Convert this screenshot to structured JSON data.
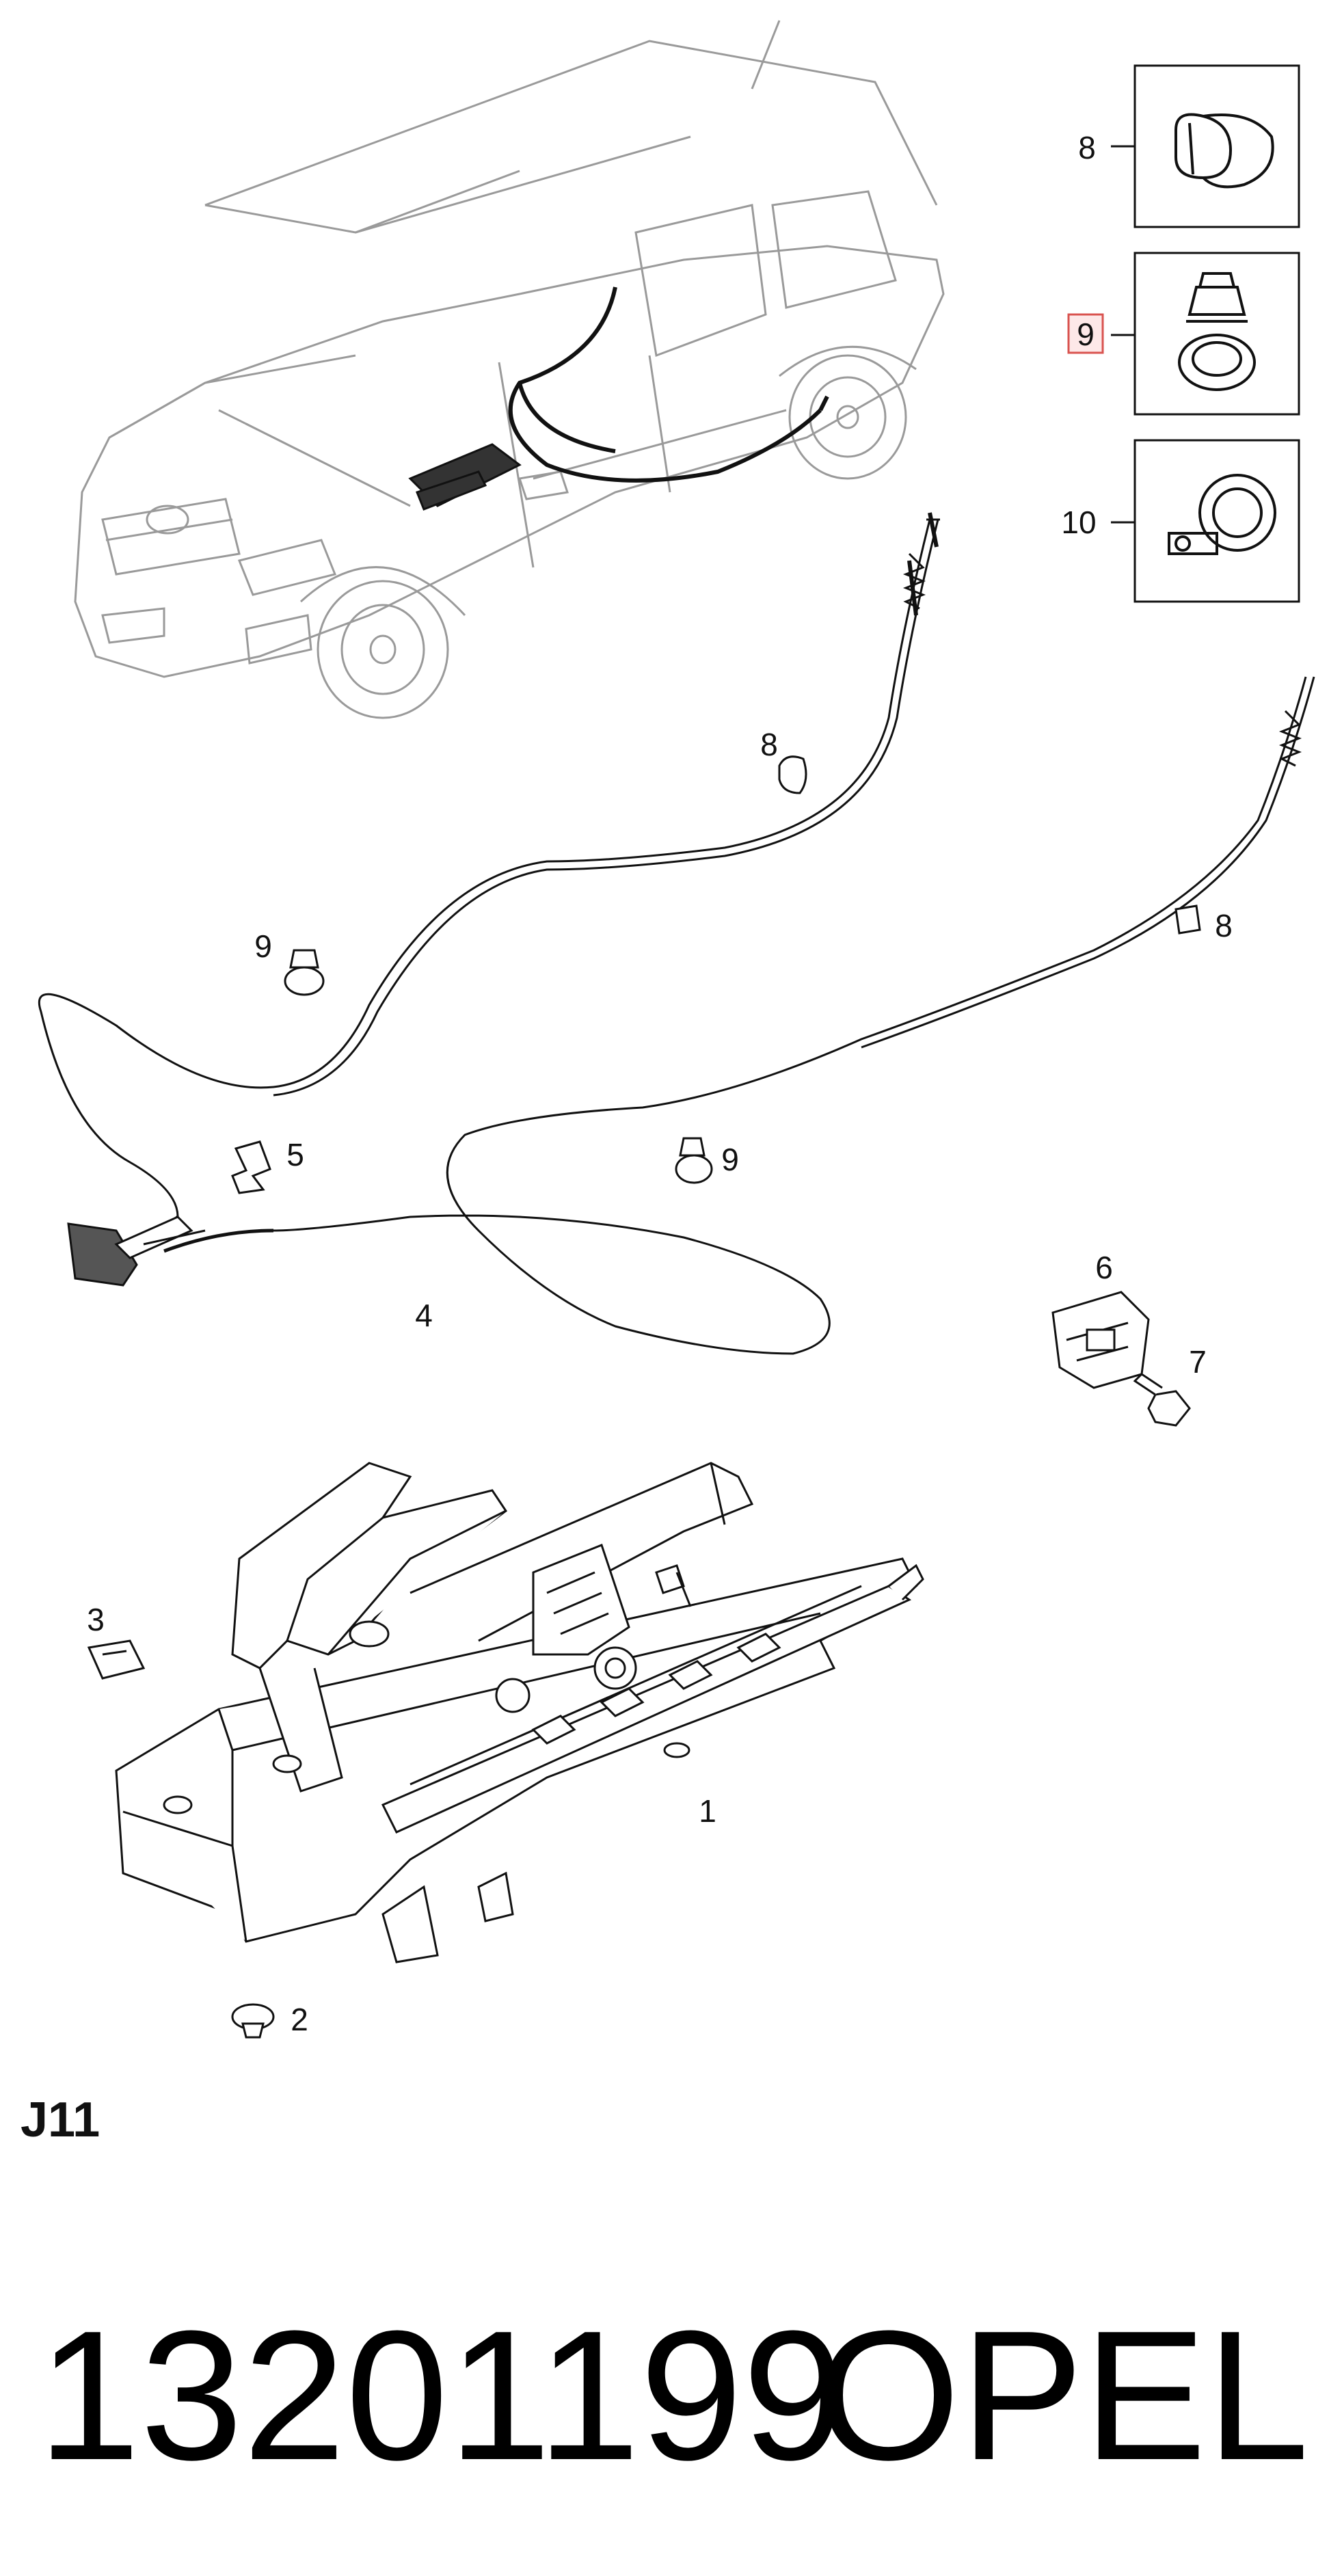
{
  "diagram": {
    "callouts": {
      "c1": "1",
      "c2": "2",
      "c3": "3",
      "c4": "4",
      "c5": "5",
      "c6": "6",
      "c7": "7",
      "c8a": "8",
      "c8b": "8",
      "c9a": "9",
      "c9b": "9",
      "legend8": "8",
      "legend9": "9",
      "legend10": "10"
    },
    "section_code": "J11"
  },
  "footer": {
    "part_number": "13201199",
    "brand": "OPEL"
  },
  "colors": {
    "line": "#222222",
    "light_line": "#9a9a9a",
    "highlight": "#d9534f",
    "highlight_fill": "#fde8e8"
  }
}
